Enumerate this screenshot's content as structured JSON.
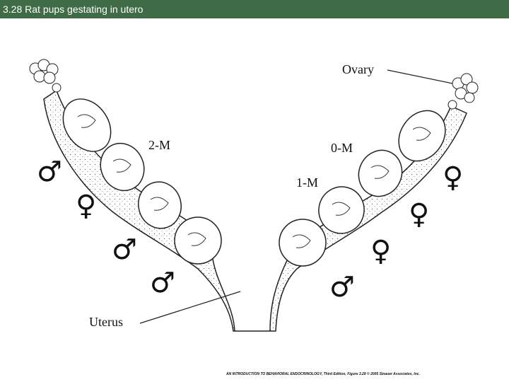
{
  "slide_title": "3.28  Rat pups gestating in utero",
  "labels": {
    "ovary": "Ovary",
    "uterus": "Uterus",
    "m2": "2-M",
    "m0": "0-M",
    "m1": "1-M"
  },
  "symbols": {
    "male": "♂",
    "female": "♀"
  },
  "credit": "AN INTRODUCTION TO BEHAVIORAL ENDOCRINOLOGY, Third Edition, Figure 3.28 © 2005 Sinauer Associates, Inc."
}
